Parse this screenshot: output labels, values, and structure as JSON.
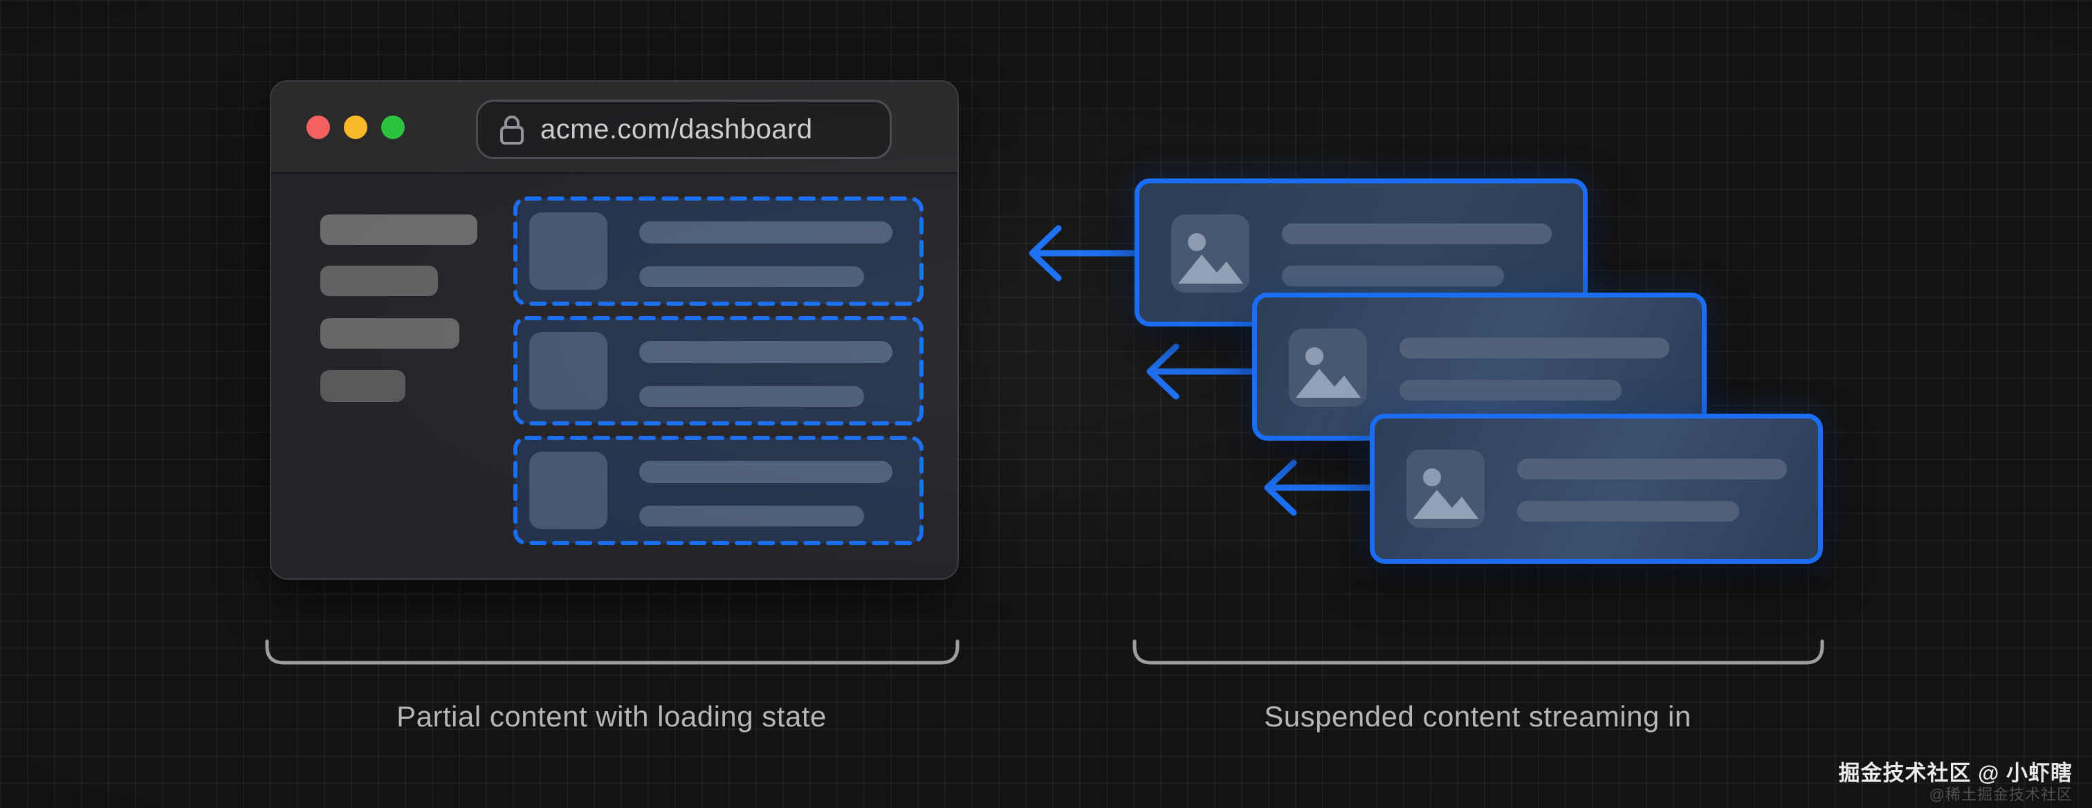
{
  "browser": {
    "url": "acme.com/dashboard",
    "traffic_lights": {
      "close": "#f2605f",
      "minimize": "#f6b927",
      "zoom": "#2bc23d"
    },
    "sidebar_skeleton_bar_count": 4,
    "loading_card_count": 3
  },
  "stream": {
    "card_count": 3,
    "arrow_direction": "left"
  },
  "captions": {
    "left": "Partial content with loading state",
    "right": "Suspended content streaming in"
  },
  "watermark": {
    "line1": "掘金技术社区 @ 小虾瞎",
    "line2": "@稀土掘金技术社区"
  },
  "colors": {
    "background": "#131313",
    "grid_line": "rgba(255,255,255,0.045)",
    "accent_blue": "#1b6ef3",
    "dashed_border_blue": "#1a6df0",
    "card_fill_navy": "#2d3f58",
    "skeleton_gray": "#616161",
    "bracket_gray": "#9f9f9f",
    "label_gray": "#b6b6b6",
    "url_text_gray": "#cdcdcf"
  },
  "icons": [
    "lock-icon",
    "image-placeholder-icon",
    "left-arrow",
    "underbrace-bracket"
  ]
}
